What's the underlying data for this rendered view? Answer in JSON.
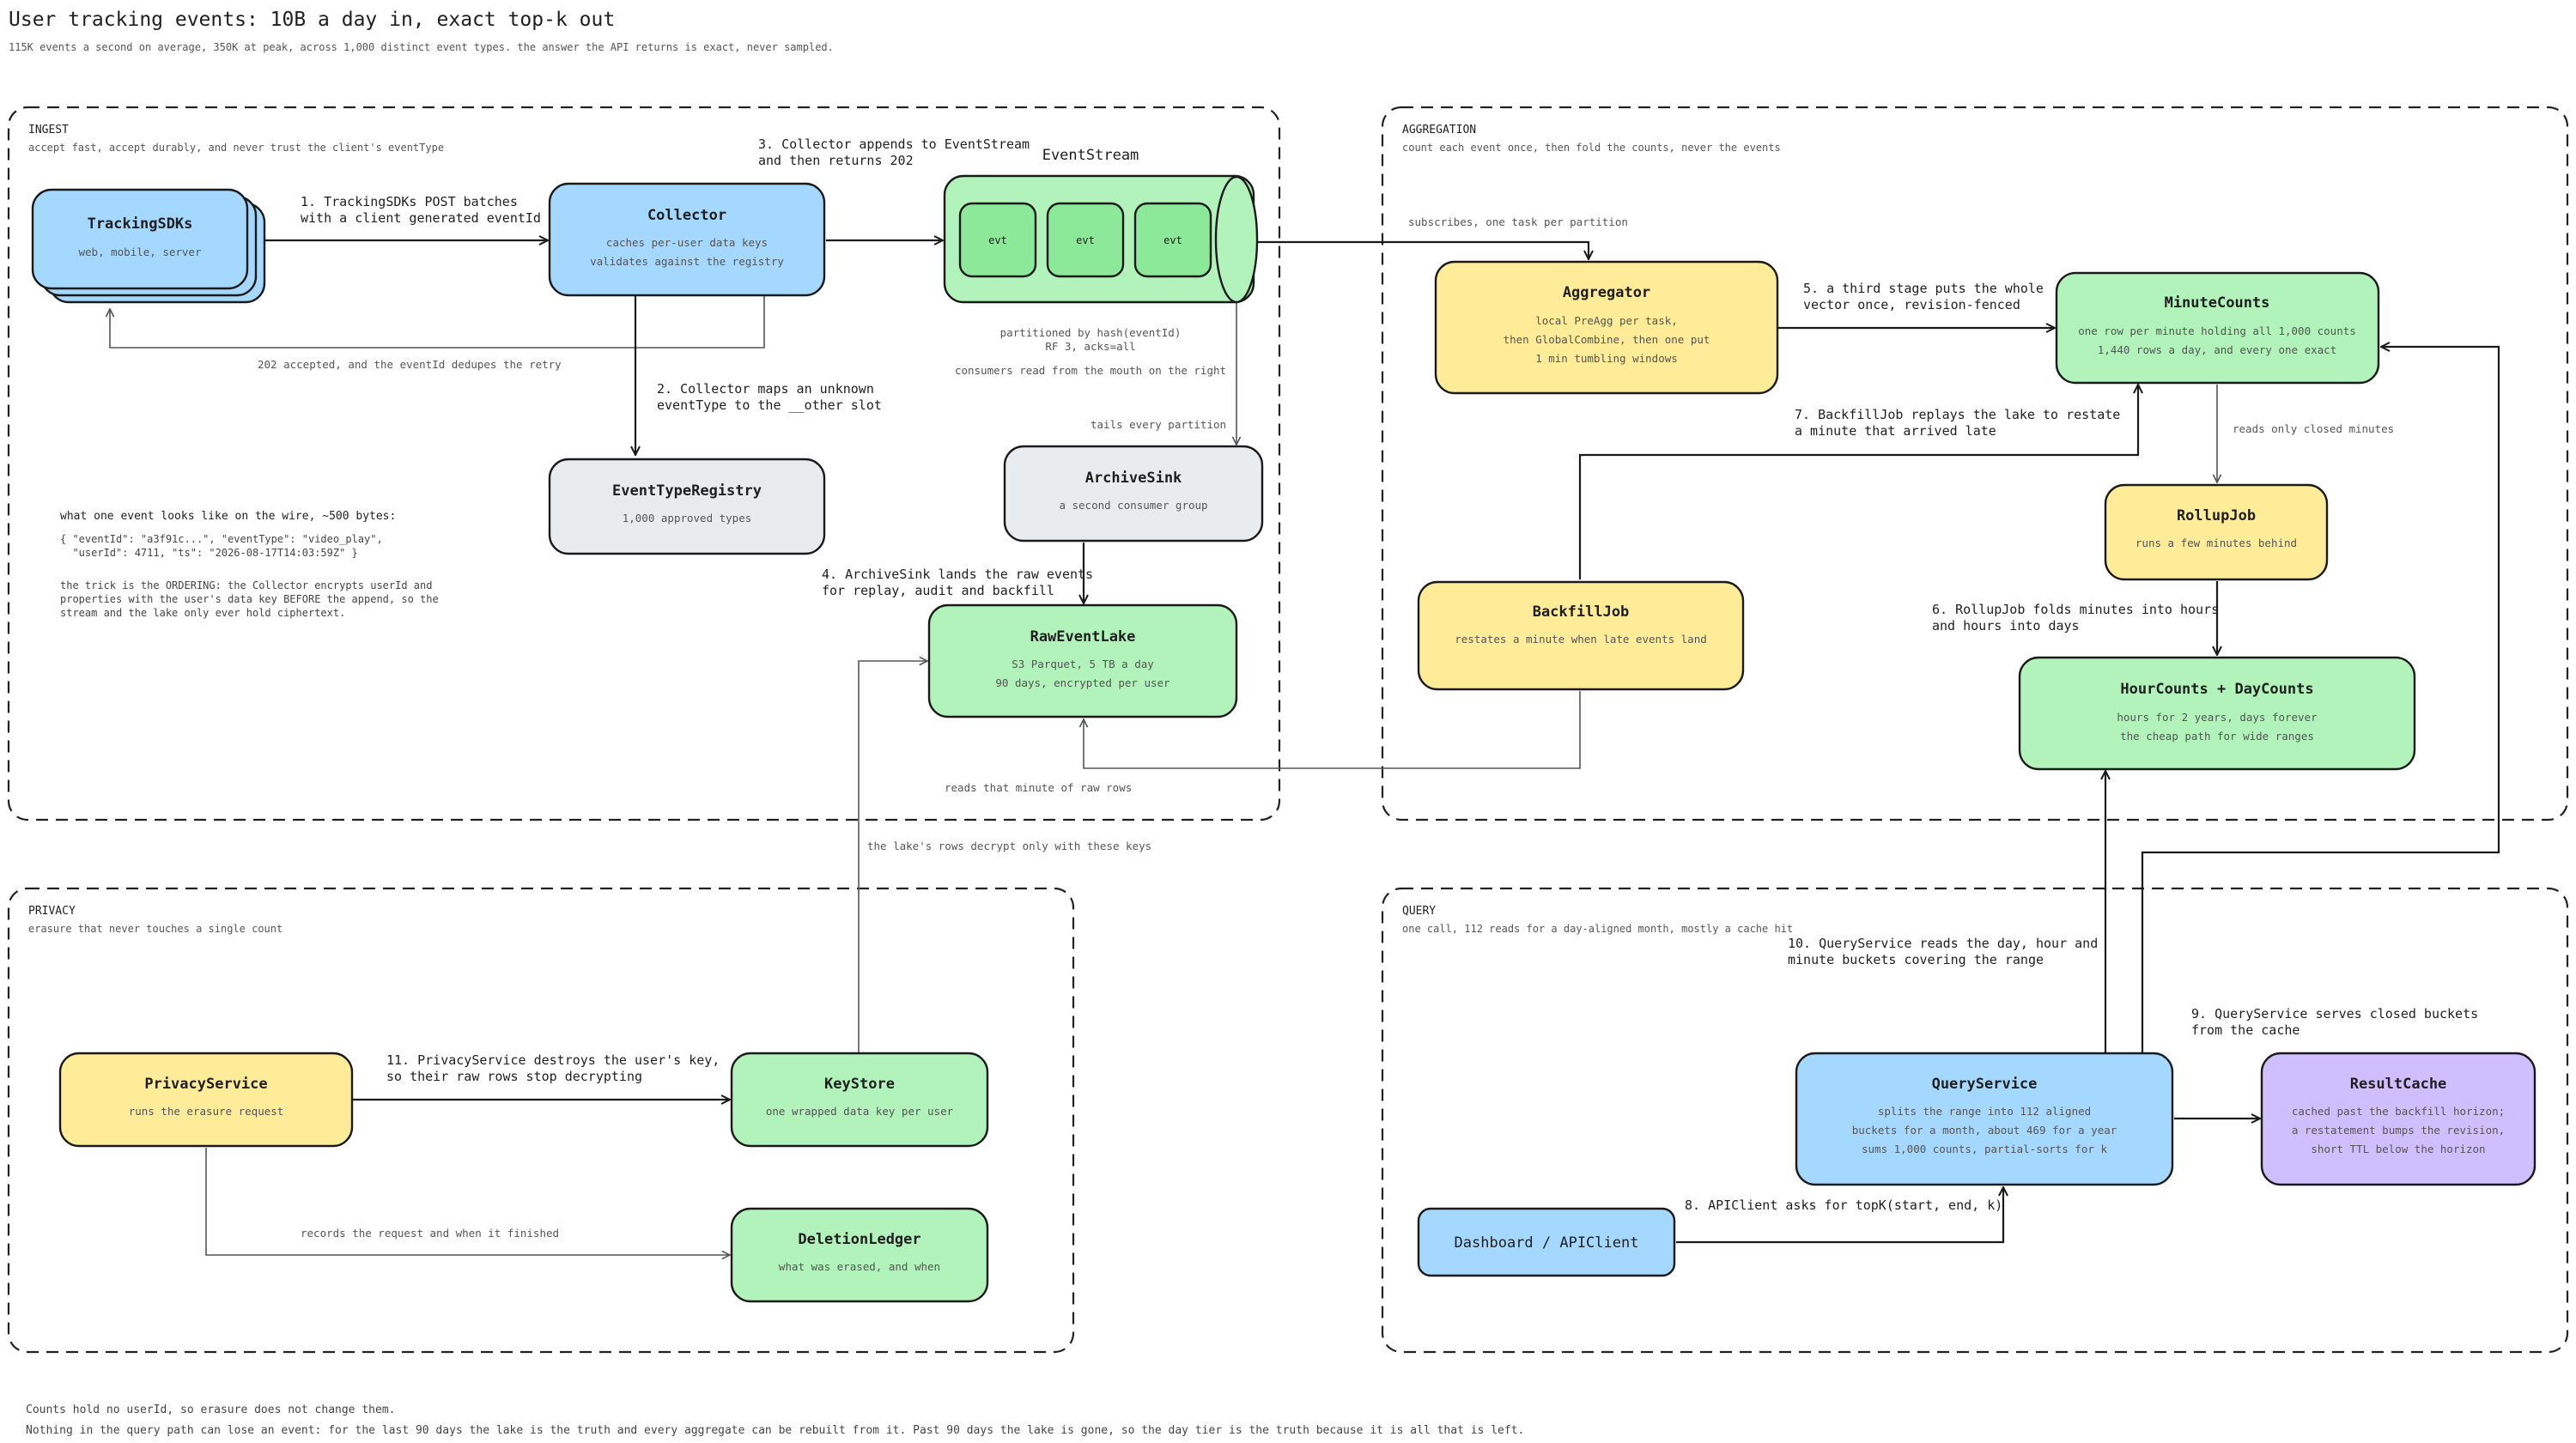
{
  "title": "User tracking events: 10B a day in, exact top-k out",
  "subtitle": "115K events a second on average, 350K at peak, across 1,000 distinct event types. the answer the API returns is exact, never sampled.",
  "groups": {
    "ingest": {
      "title": "INGEST",
      "subtitle": "accept fast, accept durably, and never trust the client's eventType"
    },
    "aggregation": {
      "title": "AGGREGATION",
      "subtitle": "count each event once, then fold the counts, never the events"
    },
    "privacy": {
      "title": "PRIVACY",
      "subtitle": "erasure that never touches a single count"
    },
    "query": {
      "title": "QUERY",
      "subtitle": "one call, 112 reads for a day-aligned month, mostly a cache hit"
    }
  },
  "nodes": {
    "tracking_sdks": {
      "title": "TrackingSDKs",
      "desc": [
        "web, mobile, server"
      ]
    },
    "collector": {
      "title": "Collector",
      "desc": [
        "caches per-user data keys",
        "validates against the registry"
      ]
    },
    "event_stream": {
      "title": "EventStream",
      "cells": [
        "evt",
        "evt",
        "evt"
      ]
    },
    "event_type_registry": {
      "title": "EventTypeRegistry",
      "desc": [
        "1,000 approved types"
      ]
    },
    "archive_sink": {
      "title": "ArchiveSink",
      "desc": [
        "a second consumer group"
      ]
    },
    "raw_event_lake": {
      "title": "RawEventLake",
      "desc": [
        "S3 Parquet, 5 TB a day",
        "90 days, encrypted per user"
      ]
    },
    "aggregator": {
      "title": "Aggregator",
      "desc": [
        "local PreAgg per task,",
        "then GlobalCombine, then one put",
        "1 min tumbling windows"
      ]
    },
    "minute_counts": {
      "title": "MinuteCounts",
      "desc": [
        "one row per minute holding all 1,000 counts",
        "1,440 rows a day, and every one exact"
      ]
    },
    "rollup_job": {
      "title": "RollupJob",
      "desc": [
        "runs a few minutes behind"
      ]
    },
    "backfill_job": {
      "title": "BackfillJob",
      "desc": [
        "restates a minute when late events land"
      ]
    },
    "hour_day_counts": {
      "title": "HourCounts + DayCounts",
      "desc": [
        "hours for 2 years, days forever",
        "the cheap path for wide ranges"
      ]
    },
    "privacy_service": {
      "title": "PrivacyService",
      "desc": [
        "runs the erasure request"
      ]
    },
    "key_store": {
      "title": "KeyStore",
      "desc": [
        "one wrapped data key per user"
      ]
    },
    "deletion_ledger": {
      "title": "DeletionLedger",
      "desc": [
        "what was erased, and when"
      ]
    },
    "query_service": {
      "title": "QueryService",
      "desc": [
        "splits the range into 112 aligned",
        "buckets for a month, about 469 for a year",
        "sums 1,000 counts, partial-sorts for k"
      ]
    },
    "result_cache": {
      "title": "ResultCache",
      "desc": [
        "cached past the backfill horizon;",
        "a restatement bumps the revision,",
        "short TTL below the horizon"
      ]
    },
    "dashboard": {
      "title": "Dashboard / APIClient"
    }
  },
  "edges": {
    "e1": [
      "1. TrackingSDKs POST batches",
      "with a client generated eventId"
    ],
    "e_ack": "202 accepted, and the eventId dedupes the retry",
    "e2": [
      "2. Collector maps an unknown",
      "eventType to the __other slot"
    ],
    "e3": [
      "3. Collector appends to EventStream",
      "and then returns 202"
    ],
    "stream_notes": [
      "partitioned by hash(eventId)",
      "RF 3, acks=all",
      "consumers read from the mouth on the right"
    ],
    "e_tails": "tails every partition",
    "e4": [
      "4. ArchiveSink lands the raw events",
      "for replay, audit and backfill"
    ],
    "e_subscribes": "subscribes, one task per partition",
    "e5": [
      "5. a third stage puts the whole",
      "vector once, revision-fenced"
    ],
    "e7": [
      "7. BackfillJob replays the lake to restate",
      "a minute that arrived late"
    ],
    "e_closed": "reads only closed minutes",
    "e6": [
      "6. RollupJob folds minutes into hours",
      "and hours into days"
    ],
    "e_raw_rows": "reads that minute of raw rows",
    "e_decrypt": "the lake's rows decrypt only with these keys",
    "e11": [
      "11. PrivacyService destroys the user's key,",
      "so their raw rows stop decrypting"
    ],
    "e_records": "records the request and when it finished",
    "e10": [
      "10. QueryService reads the day, hour and",
      "minute buckets covering the range"
    ],
    "e9": [
      "9. QueryService serves closed buckets",
      "from the cache"
    ],
    "e8": "8. APIClient asks for topK(start, end, k)"
  },
  "wire_note": {
    "heading": "what one event looks like on the wire, ~500 bytes:",
    "code": [
      "{ \"eventId\": \"a3f91c...\", \"eventType\": \"video_play\",",
      "  \"userId\": 4711, \"ts\": \"2026-08-17T14:03:59Z\" }"
    ],
    "body": [
      "the trick is the ORDERING: the Collector encrypts userId and",
      "properties with the user's data key BEFORE the append, so the",
      "stream and the lake only ever hold ciphertext."
    ]
  },
  "footer": [
    "Counts hold no userId, so erasure does not change them.",
    "Nothing in the query path can lose an event: for the last 90 days the lake is the truth and every aggregate can be rebuilt from it. Past 90 days the lake is gone, so the day tier is the truth because it is all that is left."
  ]
}
